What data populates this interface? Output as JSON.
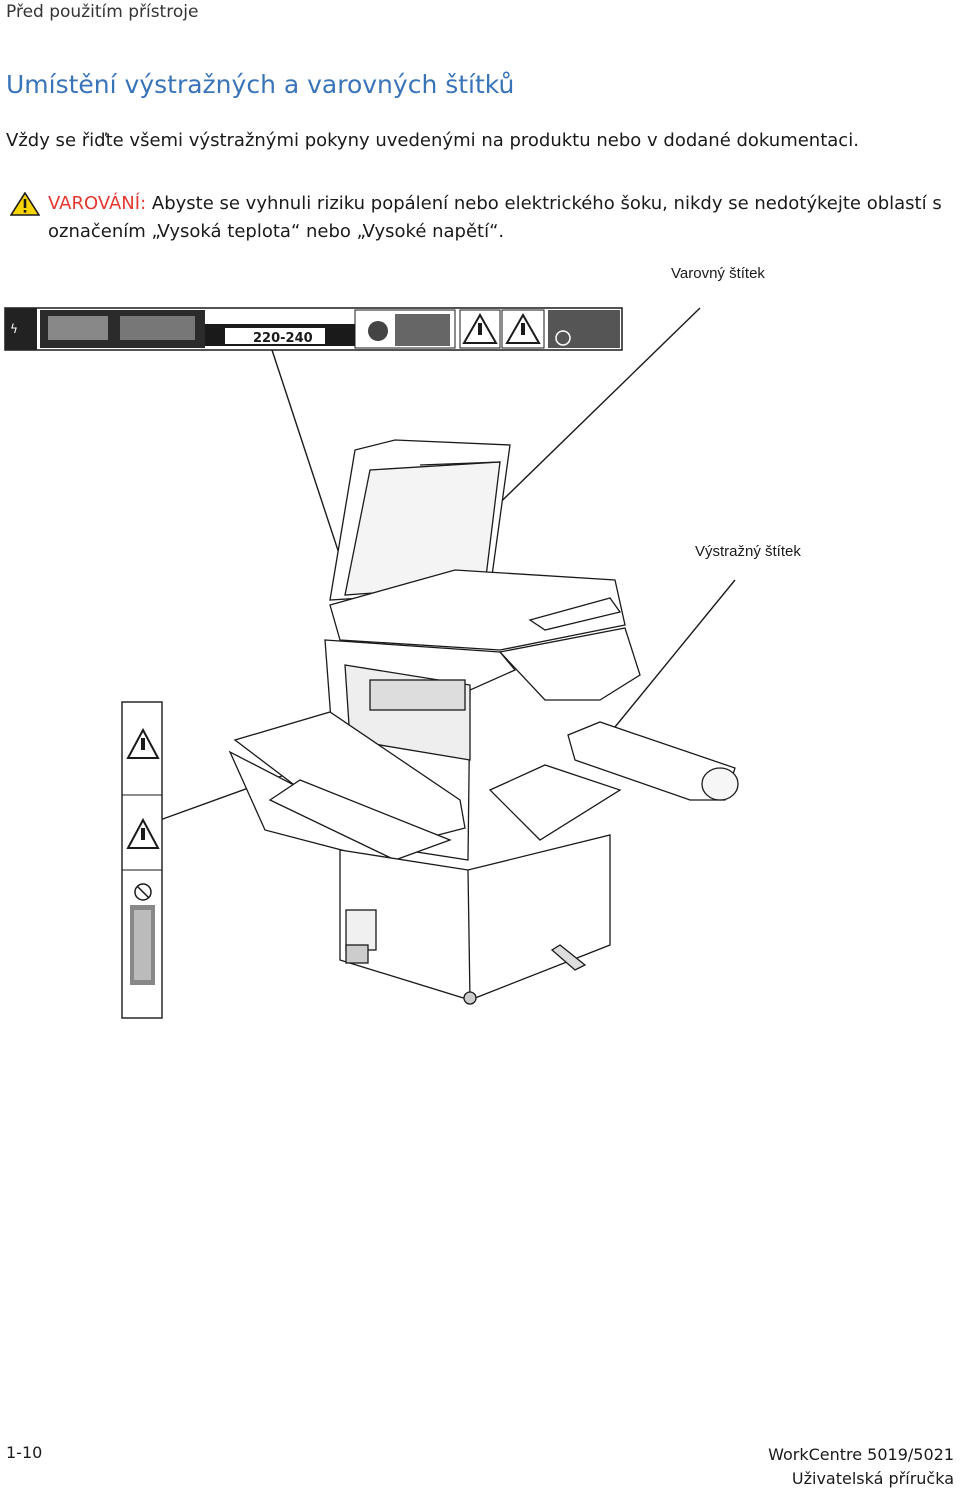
{
  "header": {
    "chapter": "Před použitím přístroje"
  },
  "section": {
    "title": "Umístění výstražných a varovných štítků",
    "intro": "Vždy se řiďte všemi výstražnými pokyny uvedenými na produktu nebo v dodané dokumentaci."
  },
  "warning": {
    "icon": "warning-triangle-icon",
    "label": "VAROVÁNÍ:",
    "text": " Abyste se vyhnuli riziku popálení nebo elektrického šoku, nikdy se nedotýkejte oblastí s označením „Vysoká teplota“ nebo „Vysoké napětí“.",
    "label_color": "#e5372f"
  },
  "figure": {
    "strip_label_text": "220-240",
    "callouts": {
      "warning_label": "Varovný štítek",
      "caution_label": "Výstražný štítek"
    }
  },
  "footer": {
    "page_number": "1-10",
    "product": "WorkCentre 5019/5021",
    "guide": "Uživatelská příručka"
  },
  "colors": {
    "title": "#3a74b8",
    "warning": "#e5372f"
  }
}
